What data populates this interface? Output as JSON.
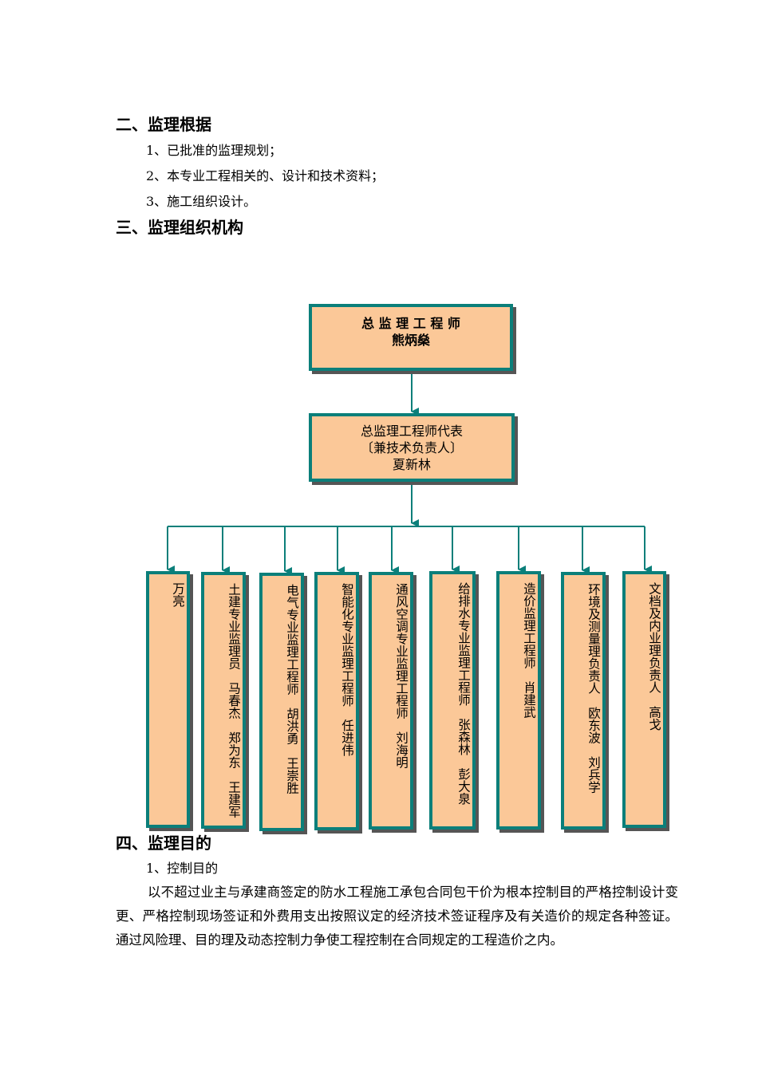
{
  "section2": {
    "heading": "二、监理根据",
    "items": [
      "1、已批准的监理规划；",
      "2、本专业工程相关的、设计和技术资料；",
      "3、施工组织设计。"
    ]
  },
  "section3": {
    "heading": "三、监理组织机构"
  },
  "org": {
    "chief": {
      "title": "总 监 理 工 程 师",
      "name": "熊炳燊"
    },
    "deputy": {
      "line1": "总监理工程师代表",
      "line2": "〔兼技术负责人〕",
      "line3": "夏新林"
    },
    "staff": [
      {
        "col1": "万亮",
        "col2": ""
      },
      {
        "col1": "土建专业监理员　马春杰　郑为东　王建",
        "col2": "军"
      },
      {
        "col1": "电气专业监理工程师　胡洪勇　王崇胜",
        "col2": ""
      },
      {
        "col1": "智能化专业监理工程师　任进伟",
        "col2": ""
      },
      {
        "col1": "通风空调专业监理工程师　刘海明",
        "col2": ""
      },
      {
        "col1": "给排水专业监理工程师　张森林　彭大泉",
        "col2": ""
      },
      {
        "col1": "造价监理工程师　肖建武",
        "col2": ""
      },
      {
        "col1": "环境及测量理负责人　欧东波　刘兵学",
        "col2": ""
      },
      {
        "col1": "文档及内业理负责人　高戈",
        "col2": ""
      }
    ],
    "colors": {
      "box_fill": "#fbc898",
      "box_border": "#0b7f7a",
      "connector": "#0b7f7a"
    }
  },
  "section4": {
    "heading": "四、监理目的",
    "sub": "1、控制目的",
    "paragraph": "以不超过业主与承建商签定的防水工程施工承包合同包干价为根本控制目的严格控制设计变更、严格控制现场签证和外费用支出按照议定的经济技术签证程序及有关造价的规定各种签证。通过风险理、目的理及动态控制力争使工程控制在合同规定的工程造价之内。"
  }
}
